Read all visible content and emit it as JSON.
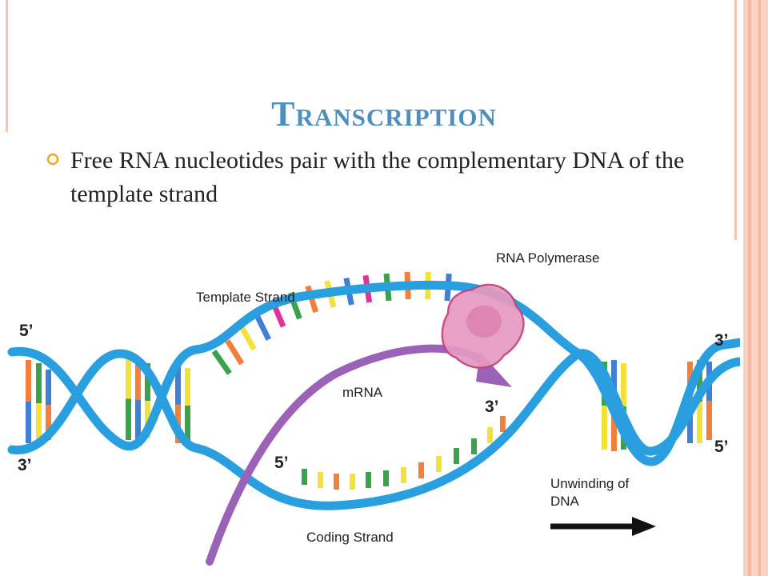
{
  "slide": {
    "title": "Transcription",
    "bullet": "Free RNA nucleotides pair with the complementary DNA of the template strand"
  },
  "diagram": {
    "labels": {
      "rna_polymerase": "RNA Polymerase",
      "template_strand": "Template Strand",
      "coding_strand": "Coding Strand",
      "mrna": "mRNA",
      "unwinding_line1": "Unwinding of",
      "unwinding_line2": "DNA",
      "left_top_end": "5’",
      "left_bottom_end": "3’",
      "right_top_end": "3’",
      "right_bottom_end": "5’",
      "mrna_three_prime": "3’",
      "mrna_five_prime": "5’"
    },
    "colors": {
      "dna_strand": "#2a9fe0",
      "mrna_strand": "#9a63b8",
      "polymerase": "#e07aa8",
      "adenine": "#3aa24a",
      "thymine": "#f0803c",
      "guanine": "#f3e23a",
      "cytosine": "#3f7fd4",
      "uracil": "#e0339a",
      "accent": "#f4a52a"
    }
  }
}
